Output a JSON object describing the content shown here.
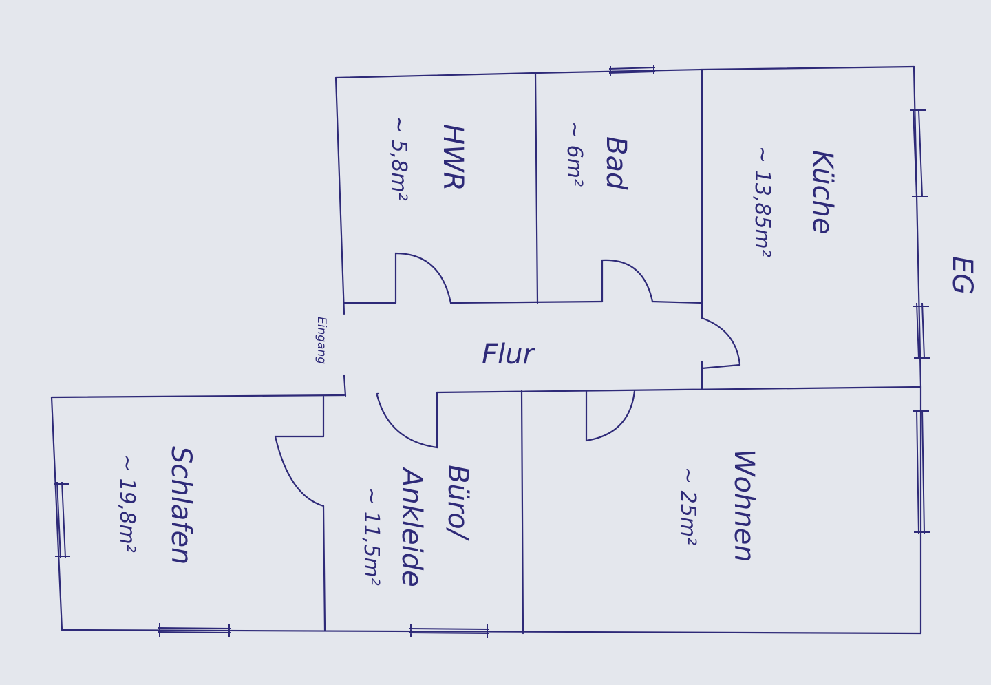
{
  "floor_label": "EG",
  "rooms": {
    "kueche": {
      "name": "Küche",
      "area": "~ 13,85m²"
    },
    "bad": {
      "name": "Bad",
      "area": "~ 6m²"
    },
    "hwr": {
      "name": "HWR",
      "area": "~ 5,8m²"
    },
    "flur": {
      "name": "Flur"
    },
    "wohnen": {
      "name": "Wohnen",
      "area": "~ 25m²"
    },
    "buero": {
      "name": "Büro/",
      "name2": "Ankleide",
      "area": "~ 11,5m²"
    },
    "schlafen": {
      "name": "Schlafen",
      "area": "~ 19,8m²"
    }
  },
  "entrance_label": "Eingang",
  "colors": {
    "ink": "#2e2a78",
    "paper": "#e3e6ec"
  }
}
